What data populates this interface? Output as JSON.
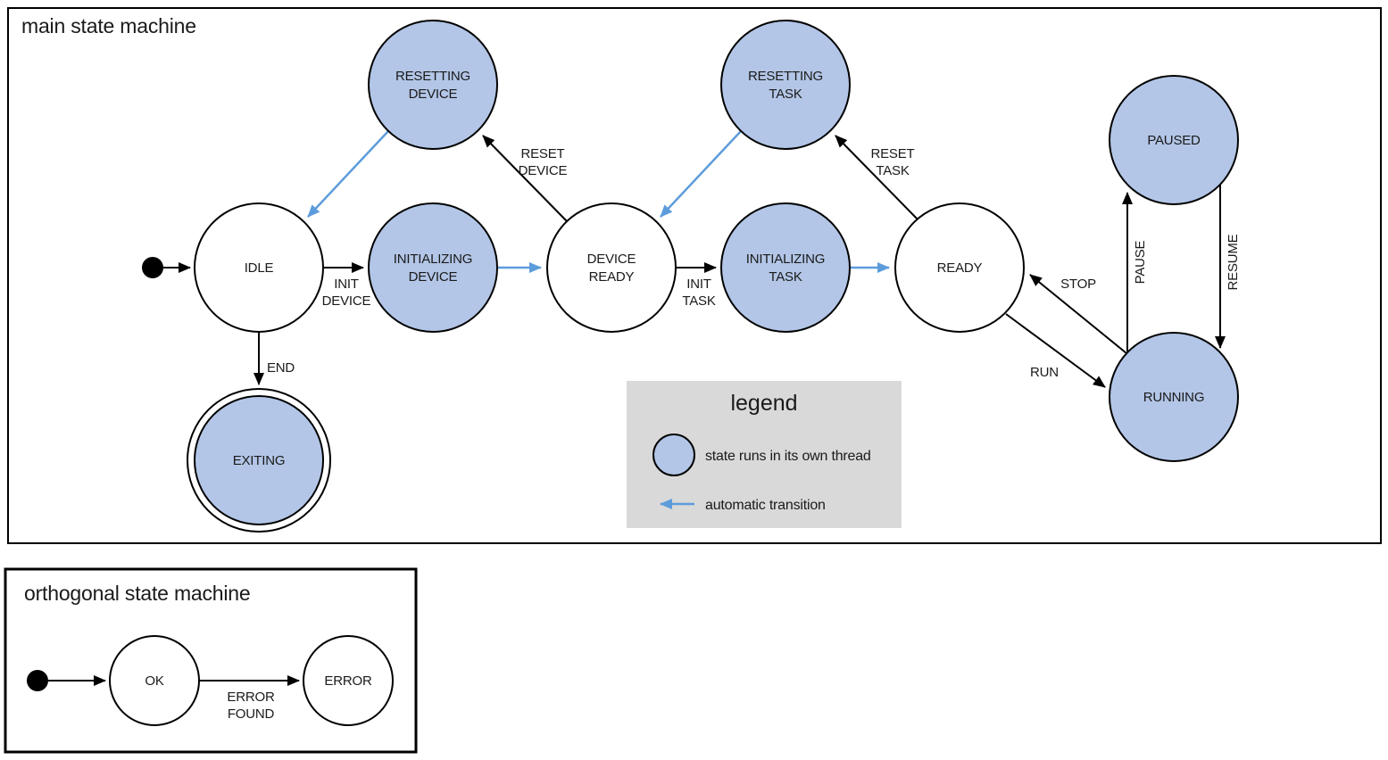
{
  "colors": {
    "threaded_state_fill": "#b3c6e7",
    "automatic_transition_blue": "#5d9cdb",
    "edge_black": "#000000",
    "legend_background": "#d9d9d9"
  },
  "main_machine": {
    "title": "main state machine",
    "states": [
      {
        "name": "idle",
        "threaded": false,
        "final": false,
        "lines": [
          "IDLE"
        ]
      },
      {
        "name": "resetting-device",
        "threaded": true,
        "final": false,
        "lines": [
          "RESETTING",
          "DEVICE"
        ]
      },
      {
        "name": "initializing-device",
        "threaded": true,
        "final": false,
        "lines": [
          "INITIALIZING",
          "DEVICE"
        ]
      },
      {
        "name": "device-ready",
        "threaded": false,
        "final": false,
        "lines": [
          "DEVICE",
          "READY"
        ]
      },
      {
        "name": "resetting-task",
        "threaded": true,
        "final": false,
        "lines": [
          "RESETTING",
          "TASK"
        ]
      },
      {
        "name": "initializing-task",
        "threaded": true,
        "final": false,
        "lines": [
          "INITIALIZING",
          "TASK"
        ]
      },
      {
        "name": "ready",
        "threaded": false,
        "final": false,
        "lines": [
          "READY"
        ]
      },
      {
        "name": "paused",
        "threaded": true,
        "final": false,
        "lines": [
          "PAUSED"
        ]
      },
      {
        "name": "running",
        "threaded": true,
        "final": false,
        "lines": [
          "RUNNING"
        ]
      },
      {
        "name": "exiting",
        "threaded": true,
        "final": true,
        "lines": [
          "EXITING"
        ]
      }
    ],
    "transitions": [
      {
        "name": "init-device",
        "from": "IDLE",
        "to": "INITIALIZING DEVICE",
        "lines": [
          "INIT",
          "DEVICE"
        ]
      },
      {
        "name": "reset-device",
        "from": "DEVICE READY",
        "to": "RESETTING DEVICE",
        "lines": [
          "RESET",
          "DEVICE"
        ]
      },
      {
        "name": "init-task",
        "from": "DEVICE READY",
        "to": "INITIALIZING TASK",
        "lines": [
          "INIT",
          "TASK"
        ]
      },
      {
        "name": "reset-task",
        "from": "READY",
        "to": "RESETTING TASK",
        "lines": [
          "RESET",
          "TASK"
        ]
      },
      {
        "name": "end",
        "from": "IDLE",
        "to": "EXITING",
        "lines": [
          "END"
        ]
      },
      {
        "name": "stop",
        "from": "RUNNING",
        "to": "READY",
        "lines": [
          "STOP"
        ]
      },
      {
        "name": "run",
        "from": "READY",
        "to": "RUNNING",
        "lines": [
          "RUN"
        ]
      },
      {
        "name": "pause",
        "from": "RUNNING",
        "to": "PAUSED",
        "lines": [
          "PAUSE"
        ]
      },
      {
        "name": "resume",
        "from": "PAUSED",
        "to": "RUNNING",
        "lines": [
          "RESUME"
        ]
      }
    ]
  },
  "legend": {
    "title": "legend",
    "items": [
      {
        "symbol": "threaded-state-circle",
        "label": "state runs in its own thread"
      },
      {
        "symbol": "automatic-transition-arrow",
        "label": "automatic transition"
      }
    ]
  },
  "orthogonal_machine": {
    "title": "orthogonal state machine",
    "states": [
      {
        "name": "ok",
        "threaded": false,
        "final": false,
        "lines": [
          "OK"
        ]
      },
      {
        "name": "error",
        "threaded": false,
        "final": false,
        "lines": [
          "ERROR"
        ]
      }
    ],
    "transitions": [
      {
        "name": "error-found",
        "from": "OK",
        "to": "ERROR",
        "lines": [
          "ERROR",
          "FOUND"
        ]
      }
    ]
  }
}
